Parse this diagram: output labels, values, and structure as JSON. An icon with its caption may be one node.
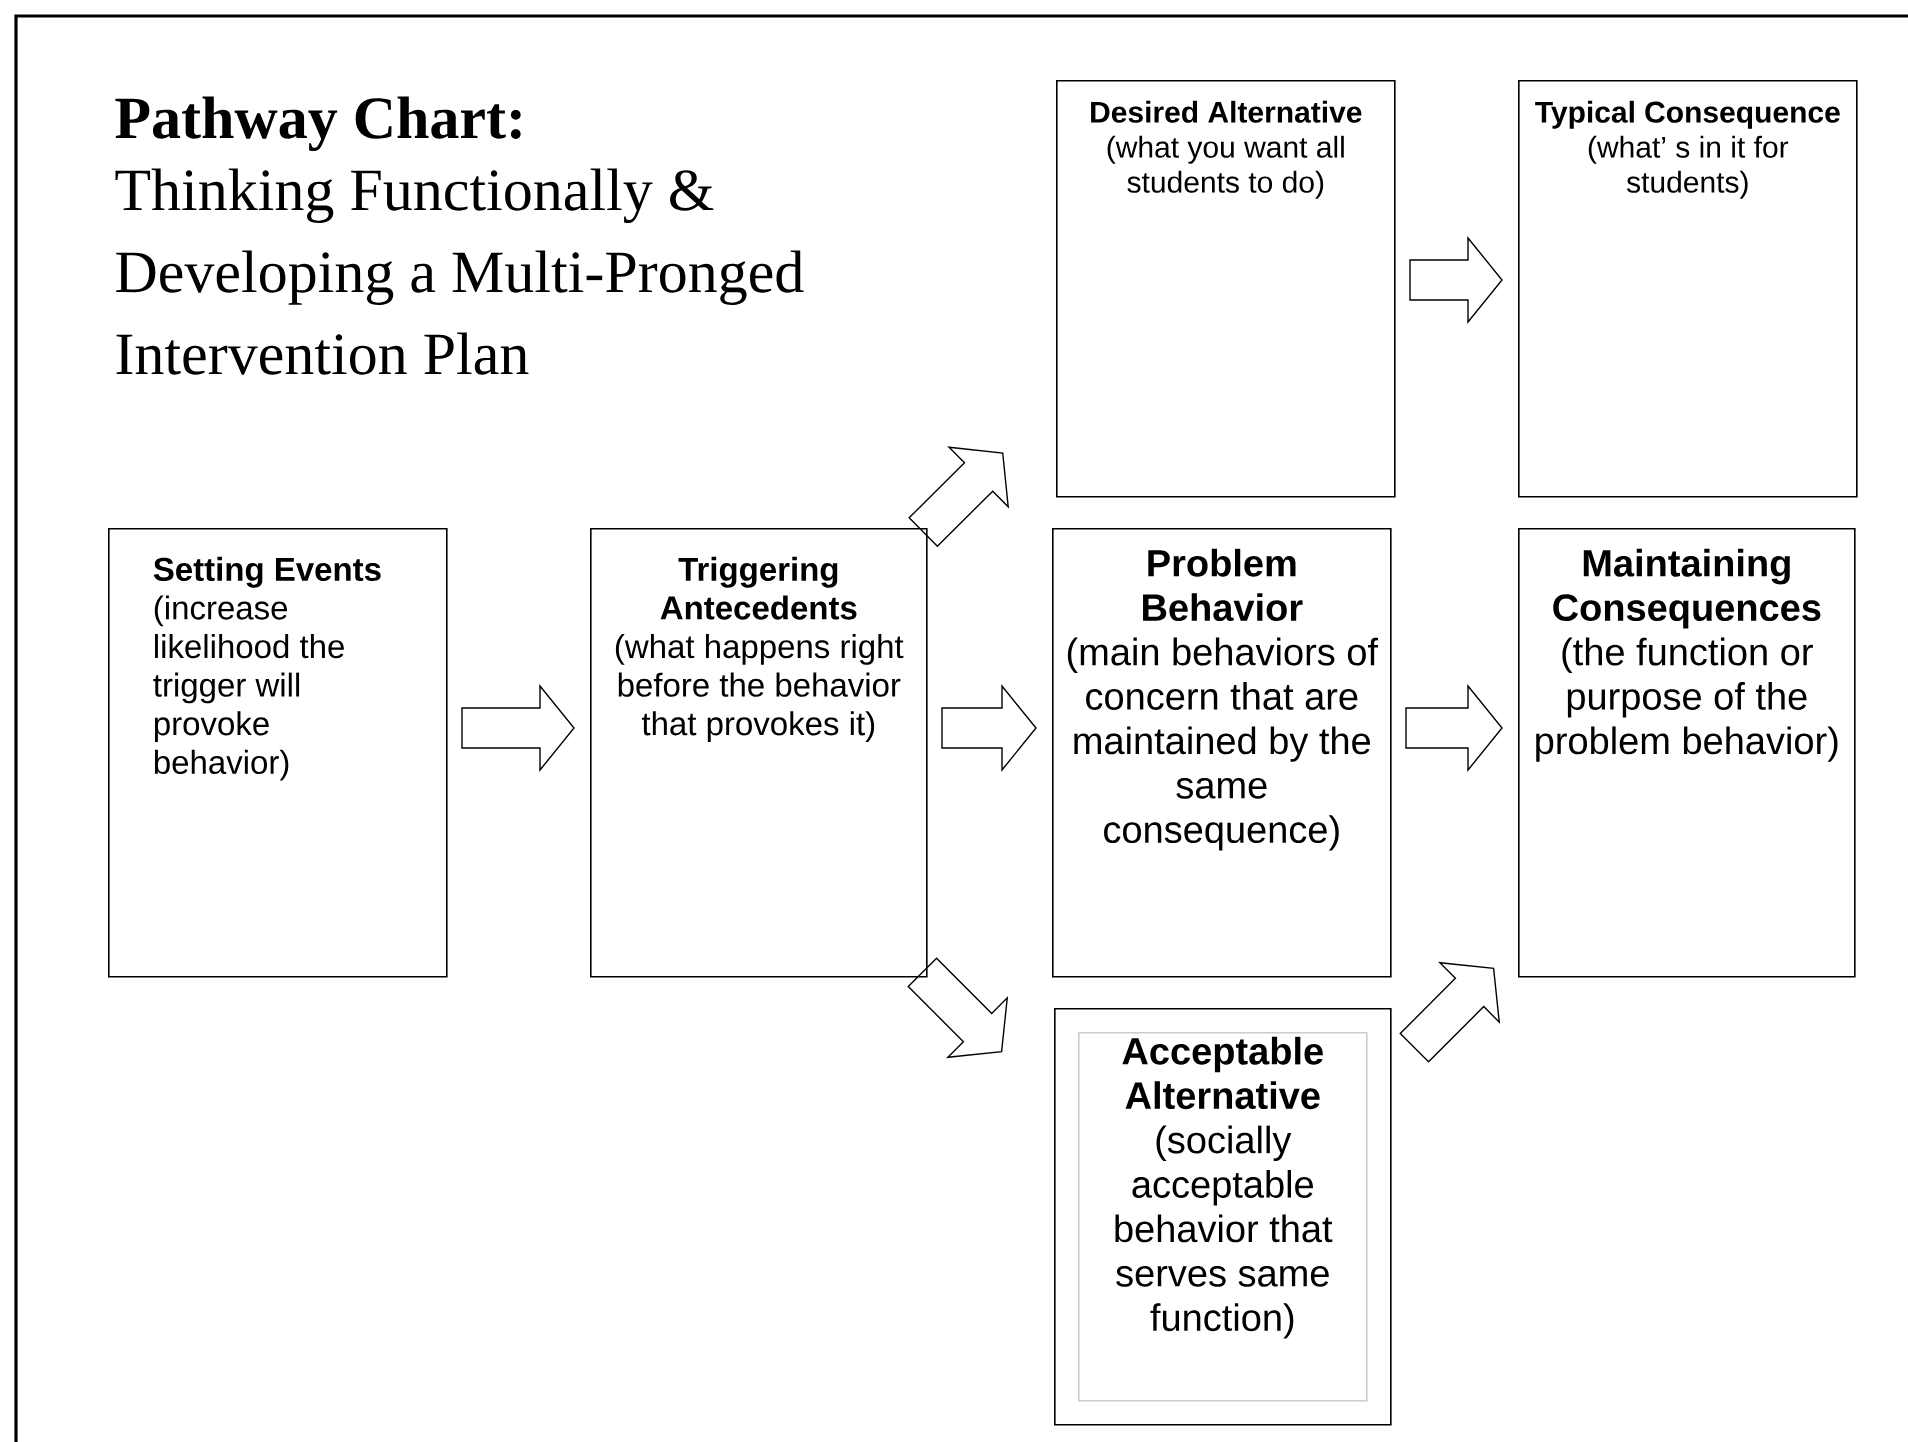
{
  "diagram": {
    "title": "Pathway Chart:",
    "nodes": [
      {
        "text": [
          "Desired Alternative",
          "(what you want all students to do)"
        ]
      },
      {
        "text": [
          "Typical Consequence",
          "(what’ s in it for students)"
        ]
      },
      {
        "text": [
          "Setting Events",
          "(increase likelihood the trigger will provoke behavior)"
        ]
      },
      {
        "text": [
          "Triggering Antecedents",
          "(what happens right before the behavior that provokes it)"
        ]
      },
      {
        "text": [
          "Problem Behavior",
          "(main behaviors of concern that are maintained by the same consequence)"
        ]
      },
      {
        "text": [
          "Maintaining Consequences",
          "(the function or purpose of the problem behavior)"
        ]
      },
      {
        "text": [
          "Acceptable Alternative",
          "(socially acceptable behavior that serves same function)"
        ]
      }
    ],
    "edges": [
      {
        "from": 2,
        "to": 3,
        "arrow": "to"
      },
      {
        "from": 3,
        "to": 4,
        "arrow": "to"
      },
      {
        "from": 4,
        "to": 5,
        "arrow": "to"
      },
      {
        "from": 3,
        "to": 0,
        "arrow": "to"
      },
      {
        "from": 0,
        "to": 1,
        "arrow": "to"
      },
      {
        "from": 3,
        "to": 6,
        "arrow": "to"
      },
      {
        "from": 6,
        "to": 5,
        "arrow": "to"
      }
    ],
    "labels": [
      "Thinking Functionally & Developing a Multi-Pronged Intervention Plan"
    ]
  }
}
